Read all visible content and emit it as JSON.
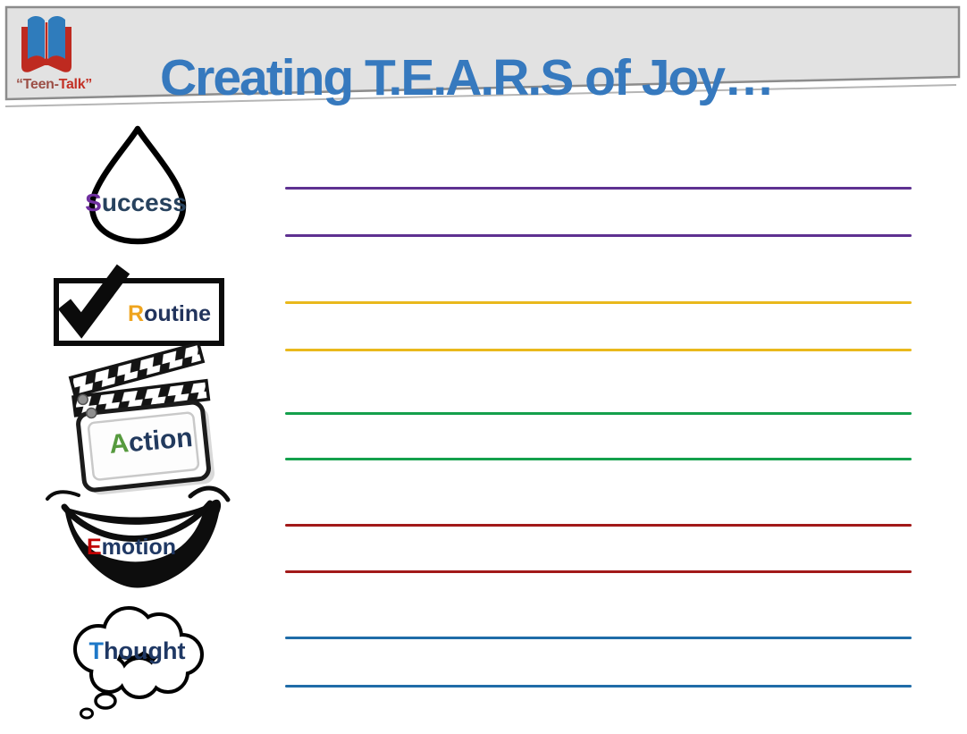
{
  "slide": {
    "title": "Creating T.E.A.R.S of Joy…",
    "title_color": "#3679BE",
    "banner_fill": "#E2E2E2",
    "banner_border": "#8C8C8C",
    "background": "#FFFFFF"
  },
  "logo": {
    "icon": "open-book-icon",
    "brand_prefix": "“Teen-",
    "brand_suffix": "Talk”",
    "prefix_color": "#9C4F46",
    "suffix_color": "#C33126",
    "book_red": "#BE2A20",
    "book_blue": "#2F7CBC"
  },
  "rows": [
    {
      "id": "success",
      "icon": "teardrop-icon",
      "label_lead": "S",
      "label_rest": "uccess",
      "lead_color": "#7030A0",
      "body_color": "#27425E",
      "line_color": "#5E3191"
    },
    {
      "id": "routine",
      "icon": "checkbox-checkmark-icon",
      "label_lead": "R",
      "label_rest": "outine",
      "lead_color": "#EFA41E",
      "body_color": "#21335C",
      "line_color": "#E9B91C"
    },
    {
      "id": "action",
      "icon": "clapperboard-icon",
      "label_lead": "A",
      "label_rest": "ction",
      "lead_color": "#569A3E",
      "body_color": "#223A5E",
      "line_color": "#14A04C"
    },
    {
      "id": "emotion",
      "icon": "smile-icon",
      "label_lead": "E",
      "label_rest": "motion",
      "lead_color": "#C00000",
      "body_color": "#1F3864",
      "line_color": "#A21919"
    },
    {
      "id": "thought",
      "icon": "thought-bubble-icon",
      "label_lead": "T",
      "label_rest": "hought",
      "lead_color": "#1E78C8",
      "body_color": "#1F3864",
      "line_color": "#1F6CA8"
    }
  ]
}
